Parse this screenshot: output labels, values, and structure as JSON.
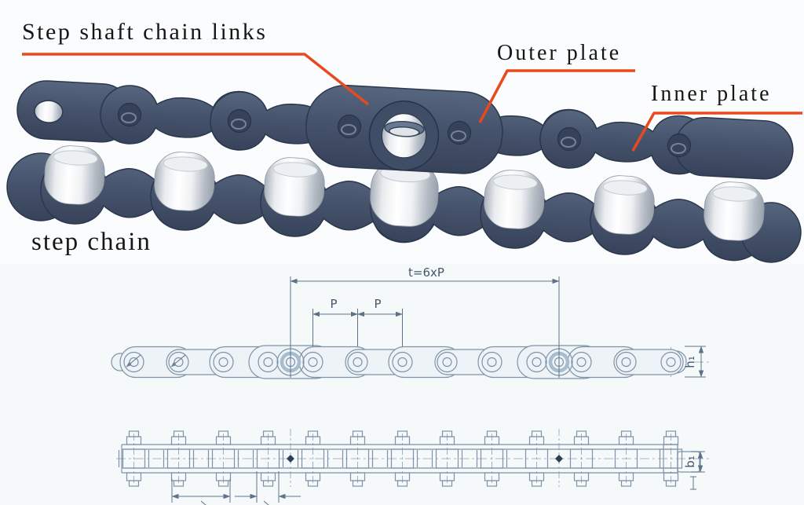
{
  "photo": {
    "caption": "step chain",
    "annotations": {
      "step_shaft": "Step shaft chain links",
      "outer_plate": "Outer plate",
      "inner_plate": "Inner plate"
    }
  },
  "dimensions": {
    "total_pitch": "t=6xP",
    "pitch_left": "P",
    "pitch_right": "P",
    "plate_height": "h₁",
    "inner_width": "b₁"
  },
  "colors": {
    "leader": "#e8491f",
    "chain_plate": "#46536c",
    "drawing_line": "#7e93a8"
  }
}
